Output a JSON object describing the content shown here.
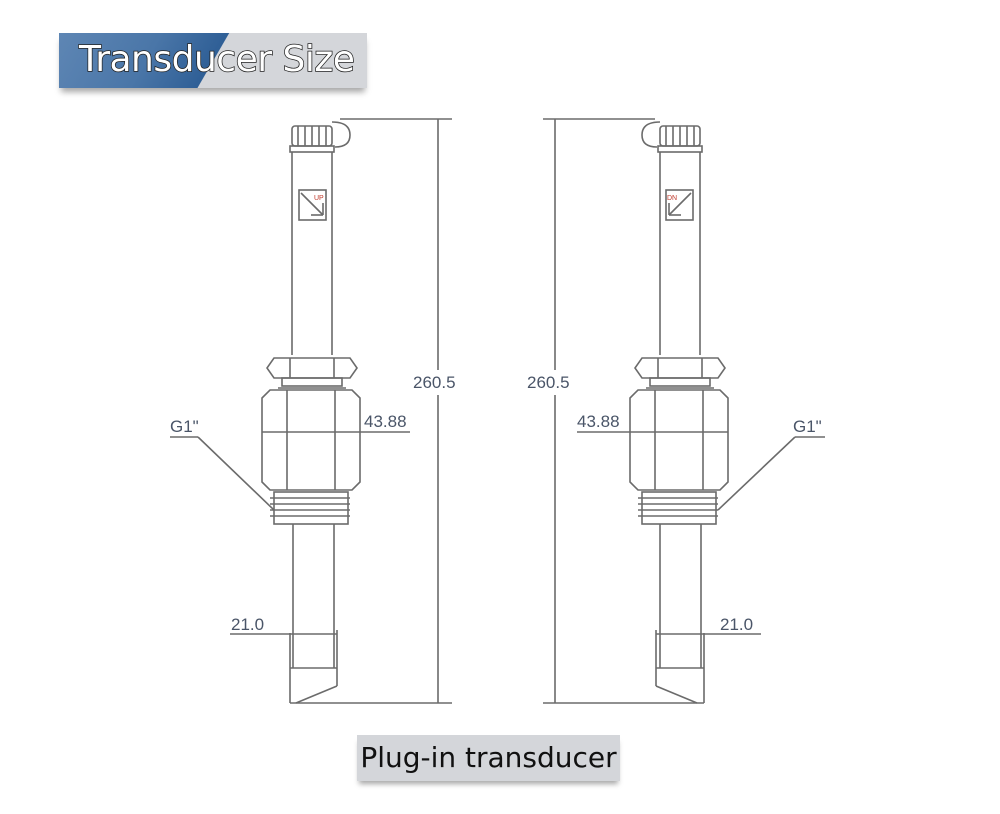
{
  "title": "Transducer Size",
  "caption": "Plug-in transducer",
  "colors": {
    "banner_blue": "#2f5f96",
    "banner_gray": "#d4d6da",
    "line": "#6b6b6b",
    "dim_text": "#4a5568"
  },
  "drawings": [
    {
      "side": "left",
      "badge": "UP",
      "dimensions": {
        "total_length": "260.5",
        "hex_width": "43.88",
        "thread": "G1\"",
        "probe_diameter": "21.0"
      }
    },
    {
      "side": "right",
      "badge": "DN",
      "dimensions": {
        "total_length": "260.5",
        "hex_width": "43.88",
        "thread": "G1\"",
        "probe_diameter": "21.0"
      }
    }
  ]
}
